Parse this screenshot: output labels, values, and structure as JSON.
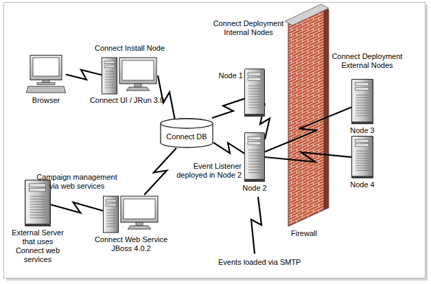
{
  "diagram": {
    "nodes": [
      {
        "text": [
          "Browser"
        ]
      },
      {
        "text": [
          "Connect Install Node",
          "Connect UI / JRun 3.0"
        ]
      },
      {
        "text": [
          "Connect DB"
        ]
      },
      {
        "text": [
          "Node 1"
        ]
      },
      {
        "text": [
          "Node 2"
        ]
      },
      {
        "text": [
          "Node 3"
        ]
      },
      {
        "text": [
          "Node 4"
        ]
      },
      {
        "text": [
          "External Server that uses Connect web services"
        ]
      },
      {
        "text": [
          "Connect Web Service JBoss 4.0.2"
        ]
      }
    ],
    "edges": [
      {
        "from": 0,
        "to": 1,
        "arrow": "none"
      },
      {
        "from": 1,
        "to": 2,
        "arrow": "none"
      },
      {
        "from": 2,
        "to": 3,
        "arrow": "none"
      },
      {
        "from": 2,
        "to": 4,
        "arrow": "none"
      },
      {
        "from": 3,
        "to": 4,
        "arrow": "none"
      },
      {
        "from": 4,
        "to": 5,
        "arrow": "none"
      },
      {
        "from": 4,
        "to": 6,
        "arrow": "none"
      },
      {
        "from": 2,
        "to": 8,
        "arrow": "none"
      },
      {
        "from": 7,
        "to": 8,
        "arrow": "none"
      }
    ],
    "labels": [
      "Connect Deployment Internal Nodes",
      "Connect Deployment External Nodes",
      "Campaign management via web services",
      "Event Listener deployed in Node 2",
      "Events loaded via SMTP",
      "Firewall"
    ]
  }
}
